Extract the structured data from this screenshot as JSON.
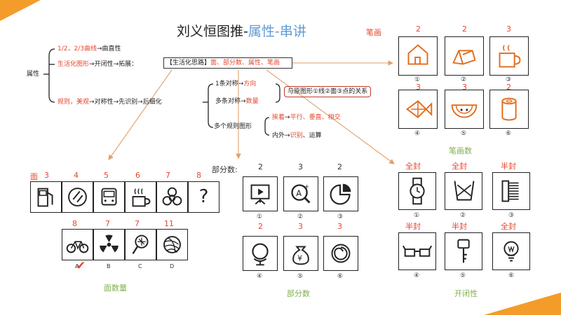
{
  "slide": {
    "title_main": "刘义恒图推-",
    "title_accent": "属性-串讲"
  },
  "mindmap": {
    "root": "属性",
    "curve": {
      "label": "1/2，2/3曲线",
      "arrow": "→",
      "result": "曲直性"
    },
    "life": {
      "label": "生活化图形",
      "arrow1": "→",
      "closure": "开闭性",
      "arrow2": "→",
      "expand": "拓展：",
      "idea": "【生活化思路】",
      "items": "面、部分数、属性、笔画"
    },
    "regular": {
      "label": "规则，美观",
      "arrow1": "→",
      "symmetry": "对称性",
      "arrow2": "→",
      "identify": "先识别",
      "arrow3": "→",
      "refine": "后细化"
    },
    "one_axis": {
      "label": "1条对称",
      "arrow": "→",
      "target": "方向"
    },
    "multi_axis": {
      "label": "多条对称",
      "arrow": "→",
      "target": "数量"
    },
    "relation": "与原图形①线②面③点的关系",
    "multi_shape": "多个规则图形",
    "adjacent": {
      "label": "挨着",
      "arrow": "→",
      "items": "平行、垂直、相交"
    },
    "inout": {
      "label": "内外",
      "arrow": "→",
      "items_a": "识别",
      "sep": "、",
      "items_b": "运算"
    }
  },
  "strokes": {
    "tag": "笔画",
    "numbers": [
      "2",
      "2",
      "3",
      "3",
      "3",
      "2"
    ],
    "labels": [
      "①",
      "②",
      "③",
      "④",
      "⑤",
      "⑥"
    ],
    "caption": "笔画数"
  },
  "faces": {
    "tag": "面",
    "numbers": [
      "3",
      "4",
      "5",
      "6",
      "7",
      "8"
    ],
    "question": "?",
    "option_numbers": [
      "8",
      "7",
      "7",
      "11"
    ],
    "option_labels": [
      "A",
      "B",
      "C",
      "D"
    ],
    "checkmark": "✔",
    "caption": "面数量"
  },
  "parts": {
    "tag": "部分数:",
    "numbers": [
      "2",
      "3",
      "2",
      "2",
      "3",
      "3"
    ],
    "labels": [
      "①",
      "②",
      "③",
      "④",
      "⑤",
      "⑥"
    ],
    "caption": "部分数"
  },
  "closure": {
    "tags": [
      "全封",
      "全封",
      "半封",
      "半封",
      "半封",
      "全封"
    ],
    "labels": [
      "①",
      "②",
      "③",
      "④",
      "⑤",
      "⑥"
    ],
    "caption": "开闭性"
  },
  "colors": {
    "accent_blue": "#5b9bd5",
    "red": "#e8452c",
    "orange": "#e36c1e",
    "green": "#7fb04f",
    "corner": "#f39c2a"
  }
}
